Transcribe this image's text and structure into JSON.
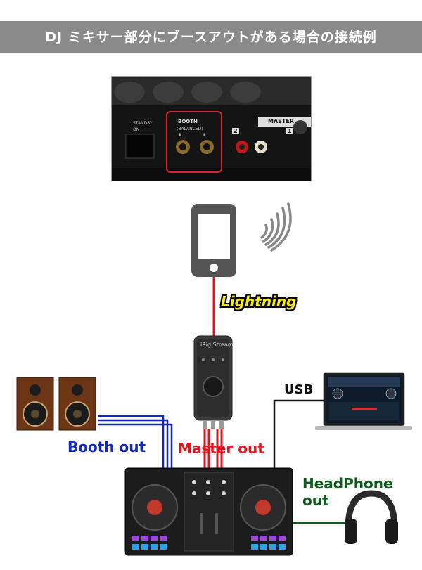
{
  "title": "DJ ミキサー部分にブースアウトがある場合の接続例",
  "panel": {
    "booth_label": "BOOTH",
    "balanced_label": "(BALANCED)",
    "r_label": "R",
    "l_label": "L",
    "master_label": "MASTER",
    "standby_label": "STANDBY",
    "on_label": "ON",
    "num2": "2",
    "num1": "1"
  },
  "device_label": "iRig Stream",
  "labels": {
    "lightning": "Lightning",
    "usb": "USB",
    "booth_out": "Booth out",
    "master_out": "Master out",
    "headphone_out": "HeadPhone out"
  },
  "colors": {
    "red": "#e0161f",
    "blue": "#1428b8",
    "green": "#0d5a1c",
    "yellow": "#fff200",
    "banner": "#8a8a8a"
  }
}
